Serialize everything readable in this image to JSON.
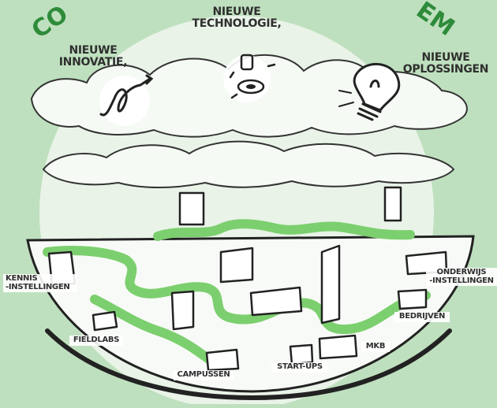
{
  "title": {
    "left_fragment": "CO",
    "right_fragment": "EM"
  },
  "cloud_labels": {
    "innovation": "NIEUWE\nINNOVATIE,",
    "technology": "NIEUWE\nTECHNOLOGIE,",
    "solutions": "NIEUWE\nOPLOSSINGEN"
  },
  "city_labels": {
    "kennis": "KENNIS\n-INSTELLINGEN",
    "onderwijs": "ONDERWIJS\n-INSTELLINGEN",
    "bedrijven": "BEDRIJVEN",
    "fieldlabs": "FIELDLABS",
    "mkb": "MKB",
    "campussen": "CAMPUSSEN",
    "startups": "START-UPS"
  },
  "colors": {
    "background": "#bfe0bf",
    "circle": "#e9f3e8",
    "accent_green": "#2e8b3a",
    "road_green": "#7ccf6e",
    "ink": "#2f2f2f"
  },
  "icons": [
    "spiral-icon",
    "gear-icon",
    "lightbulb-icon"
  ]
}
